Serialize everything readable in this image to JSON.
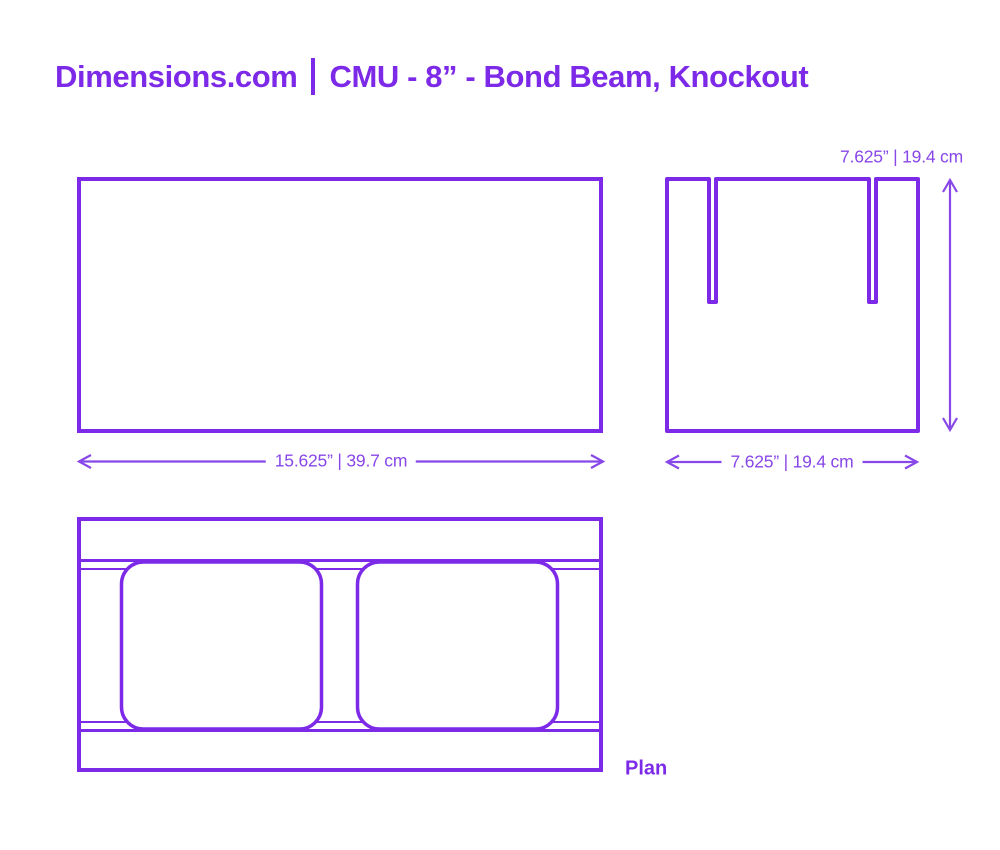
{
  "colors": {
    "primary": "#7D2AE8",
    "dimension_accent": "#8847E8",
    "background": "#FFFFFF"
  },
  "header": {
    "brand": "Dimensions.com",
    "product_title": "CMU - 8” - Bond Beam, Knockout"
  },
  "views": {
    "front_elevation": {
      "width_dimension": "15.625” | 39.7 cm"
    },
    "side_elevation": {
      "height_dimension": "7.625” | 19.4 cm",
      "width_dimension": "7.625” | 19.4 cm"
    },
    "plan": {
      "label": "Plan"
    }
  }
}
